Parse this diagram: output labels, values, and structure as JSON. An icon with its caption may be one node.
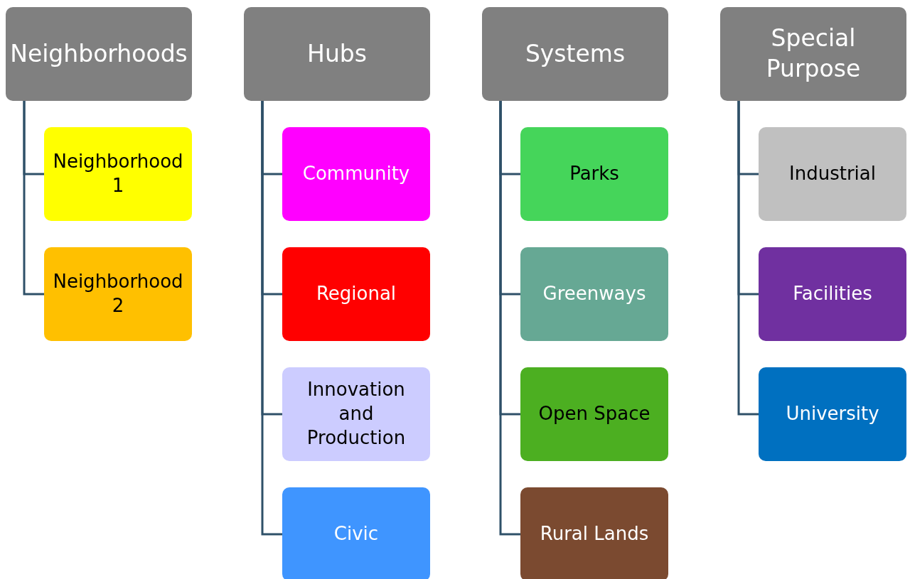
{
  "diagram": {
    "nodes": [
      {
        "text": [
          "Neighborhoods"
        ]
      },
      {
        "text": [
          "Neighborhood 1"
        ]
      },
      {
        "text": [
          "Neighborhood 2"
        ]
      },
      {
        "text": [
          "Hubs"
        ]
      },
      {
        "text": [
          "Community"
        ]
      },
      {
        "text": [
          "Regional"
        ]
      },
      {
        "text": [
          "Innovation and Production"
        ]
      },
      {
        "text": [
          "Civic"
        ]
      },
      {
        "text": [
          "Systems"
        ]
      },
      {
        "text": [
          "Parks"
        ]
      },
      {
        "text": [
          "Greenways"
        ]
      },
      {
        "text": [
          "Open Space"
        ]
      },
      {
        "text": [
          "Rural Lands"
        ]
      },
      {
        "text": [
          "Special Purpose"
        ]
      },
      {
        "text": [
          "Industrial"
        ]
      },
      {
        "text": [
          "Facilities"
        ]
      },
      {
        "text": [
          "University"
        ]
      }
    ],
    "edges": [
      {
        "from": 0,
        "to": 1,
        "arrow": "none"
      },
      {
        "from": 0,
        "to": 2,
        "arrow": "none"
      },
      {
        "from": 3,
        "to": 4,
        "arrow": "none"
      },
      {
        "from": 3,
        "to": 5,
        "arrow": "none"
      },
      {
        "from": 3,
        "to": 6,
        "arrow": "none"
      },
      {
        "from": 3,
        "to": 7,
        "arrow": "none"
      },
      {
        "from": 8,
        "to": 9,
        "arrow": "none"
      },
      {
        "from": 8,
        "to": 10,
        "arrow": "none"
      },
      {
        "from": 8,
        "to": 11,
        "arrow": "none"
      },
      {
        "from": 8,
        "to": 12,
        "arrow": "none"
      },
      {
        "from": 13,
        "to": 14,
        "arrow": "none"
      },
      {
        "from": 13,
        "to": 15,
        "arrow": "none"
      },
      {
        "from": 13,
        "to": 16,
        "arrow": "none"
      }
    ]
  }
}
